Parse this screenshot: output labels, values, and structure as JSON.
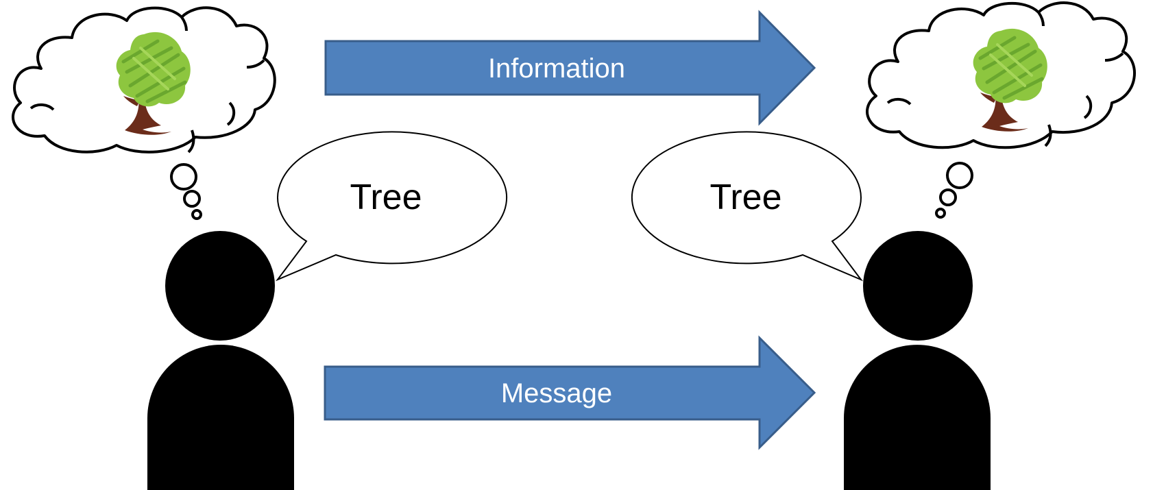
{
  "arrows": {
    "top_label": "Information",
    "bottom_label": "Message"
  },
  "speech": {
    "left_text": "Tree",
    "right_text": "Tree"
  },
  "colors": {
    "arrow_fill": "#4f81bd",
    "arrow_stroke": "#385d8a",
    "person": "#000000",
    "foliage": "#8dc63f",
    "foliage_dark": "#6aa72e",
    "trunk": "#6b2c1a"
  },
  "icons": {
    "sender": "person-icon",
    "receiver": "person-icon",
    "thought": "tree-icon"
  }
}
